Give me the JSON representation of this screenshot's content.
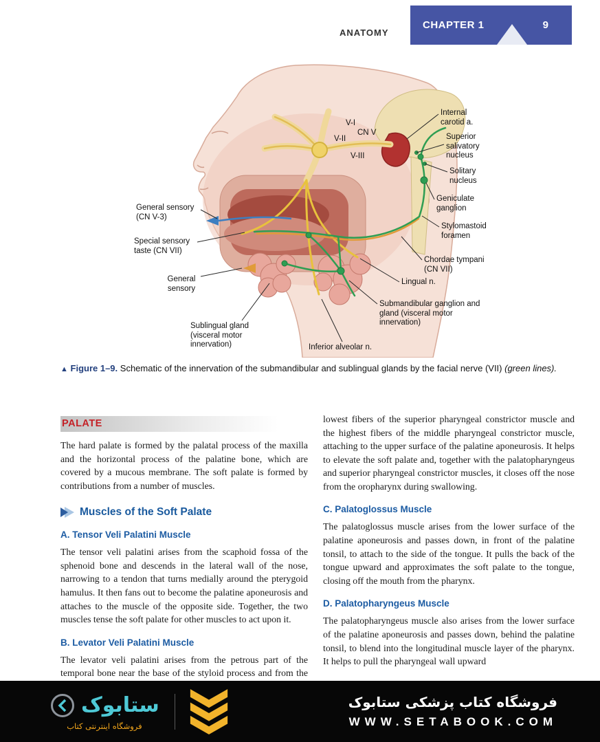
{
  "header": {
    "section_label": "ANATOMY",
    "chapter_label": "CHAPTER 1",
    "page_number": "9"
  },
  "figure": {
    "labels": {
      "v1": "V-I",
      "cnv": "CN V",
      "v2": "V-II",
      "v3": "V-III",
      "internal_carotid": "Internal carotid a.",
      "superior_salivatory": "Superior salivatory nucleus",
      "solitary": "Solitary nucleus",
      "geniculate": "Geniculate ganglion",
      "stylomastoid": "Stylomastoid foramen",
      "chordae": "Chordae tympani (CN VII)",
      "lingual": "Lingual n.",
      "submandibular": "Submandibular ganglion and gland (visceral motor innervation)",
      "inferior_alveolar": "Inferior alveolar n.",
      "sublingual": "Sublingual gland (visceral motor innervation)",
      "general_sensory_lower": "General sensory",
      "special_sensory": "Special sensory taste (CN VII)",
      "general_sensory_cnv3": "General sensory (CN V-3)"
    },
    "caption": {
      "marker": "▲",
      "label": "Figure 1–9.",
      "text": "Schematic of the innervation of the submandibular and sublingual glands by the facial nerve (VII)",
      "note": "(green lines)."
    }
  },
  "content": {
    "palate_heading": "PALATE",
    "palate_intro": "The hard palate is formed by the palatal process of the maxilla and the horizontal process of the palatine bone, which are covered by a mucous membrane. The soft palate is formed by contributions from a number of muscles.",
    "section_heading": "Muscles of the Soft Palate",
    "sub_a_heading": "A. Tensor Veli Palatini Muscle",
    "sub_a_text": "The tensor veli palatini arises from the scaphoid fossa of the sphenoid bone and descends in the lateral wall of the nose, narrowing to a tendon that turns medially around the pterygoid hamulus. It then fans out to become the palatine aponeurosis and attaches to the muscle of the opposite side. Together, the two muscles tense the soft palate for other muscles to act upon it.",
    "sub_b_heading": "B. Levator Veli Palatini Muscle",
    "sub_b_text": "The levator veli palatini arises from the petrous part of the temporal bone near the base of the styloid process and from the cartilage of the eustachian tube. It passes between the",
    "right_top_text": "lowest fibers of the superior pharyngeal constrictor muscle and the highest fibers of the middle pharyngeal constrictor muscle, attaching to the upper surface of the palatine aponeurosis. It helps to elevate the soft palate and, together with the palatopharyngeus and superior pharyngeal constrictor muscles, it closes off the nose from the oropharynx during swallowing.",
    "sub_c_heading": "C. Palatoglossus Muscle",
    "sub_c_text": "The palatoglossus muscle arises from the lower surface of the palatine aponeurosis and passes down, in front of the palatine tonsil, to attach to the side of the tongue. It pulls the back of the tongue upward and approximates the soft palate to the tongue, closing off the mouth from the pharynx.",
    "sub_d_heading": "D. Palatopharyngeus Muscle",
    "sub_d_text": "The palatopharyngeus muscle also arises from the lower surface of the palatine aponeurosis and passes down, behind the palatine tonsil, to blend into the longitudinal muscle layer of the pharynx. It helps to pull the pharyngeal wall upward"
  },
  "footer": {
    "brand_name": "ستابوک",
    "brand_tagline": "فروشگاه اینترنتی کتاب",
    "store_title": "فروشگاه کتاب پزشکی ستابوک",
    "website": "WWW.SETABOOK.COM"
  },
  "colors": {
    "banner_blue": "#4655a4",
    "heading_blue": "#1a5a9e",
    "palate_red": "#c42127",
    "facial_nerve_green": "#2f9e53",
    "trigeminal_yellow": "#e8c23d",
    "chorda_orange": "#e09b3a",
    "sensory_blue": "#3d7fc1",
    "brand_teal": "#4ec9d6",
    "brand_yellow": "#f2b32b"
  }
}
